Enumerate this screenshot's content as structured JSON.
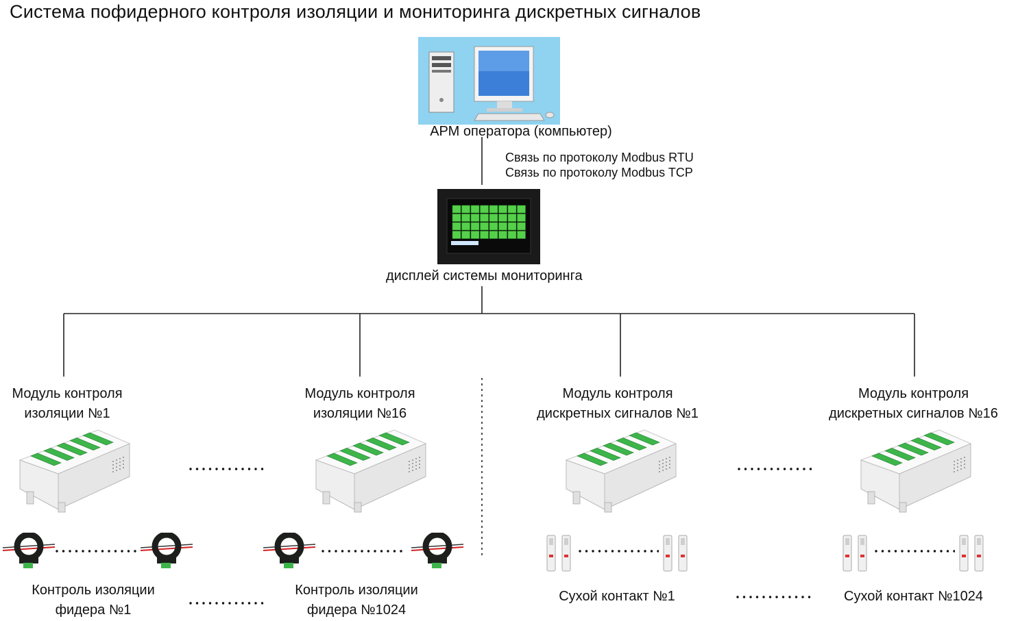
{
  "title": "Система пофидерного контроля изоляции и мониторинга дискретных сигналов",
  "operator": {
    "label": "АРМ оператора  (компьютер)"
  },
  "protocols": [
    "Связь по протоколу Modbus RTU",
    "Связь по протоколу Modbus TCP"
  ],
  "display": {
    "label": "дисплей системы мониторинга"
  },
  "modules": [
    {
      "line1": "Модуль контроля",
      "line2": "изоляции №1"
    },
    {
      "line1": "Модуль контроля",
      "line2": "изоляции №16"
    },
    {
      "line1": "Модуль контроля",
      "line2": "дискретных сигналов №1"
    },
    {
      "line1": "Модуль контроля",
      "line2": "дискретных сигналов №16"
    }
  ],
  "feeders": [
    {
      "line1": "Контроль изоляции",
      "line2": "фидера №1"
    },
    {
      "line1": "Контроль изоляции",
      "line2": "фидера №1024"
    }
  ],
  "contacts": [
    "Сухой контакт №1",
    "Сухой контакт №1024"
  ],
  "colors": {
    "screen_bg": "#8fd3f0",
    "panel_green": "#55d04a",
    "module_green": "#3db54a",
    "sensor_dark": "#1d1f1c",
    "wire_red": "#d42020"
  }
}
